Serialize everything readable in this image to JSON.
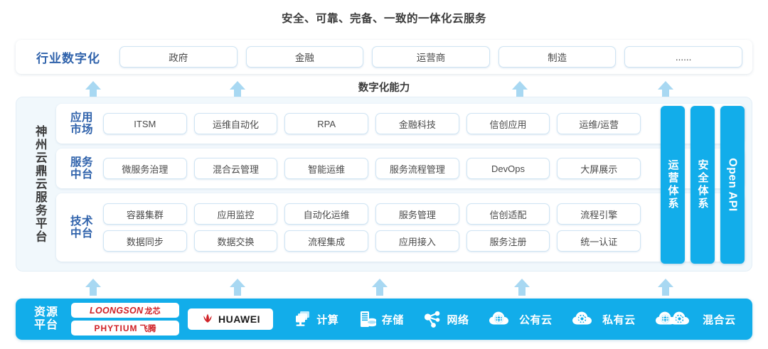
{
  "title": "安全、可靠、完备、一致的一体化云服务",
  "colors": {
    "brand_blue": "#12adea",
    "label_blue": "#2f62ab",
    "panel_tint": "#f1f8fc",
    "chip_border": "#cfe4f3",
    "arrow_blue": "#a8d8f2",
    "logo_red": "#cf1f24"
  },
  "industry": {
    "label": "行业数字化",
    "items": [
      "政府",
      "金融",
      "运营商",
      "制造",
      "......"
    ]
  },
  "capability_caption": "数字化能力",
  "platform": {
    "side_label": "神州云鼎云服务平台",
    "layers": [
      {
        "label": "应用\n市场",
        "label_l1": "应用",
        "label_l2": "市场",
        "rows": [
          [
            "ITSM",
            "运维自动化",
            "RPA",
            "金融科技",
            "信创应用",
            "运维/运营"
          ]
        ]
      },
      {
        "label": "服务\n中台",
        "label_l1": "服务",
        "label_l2": "中台",
        "rows": [
          [
            "微服务治理",
            "混合云管理",
            "智能运维",
            "服务流程管理",
            "DevOps",
            "大屏展示"
          ]
        ]
      },
      {
        "label": "技术\n中台",
        "label_l1": "技术",
        "label_l2": "中台",
        "rows": [
          [
            "容器集群",
            "应用监控",
            "自动化运维",
            "服务管理",
            "信创适配",
            "流程引擎"
          ],
          [
            "数据同步",
            "数据交换",
            "流程集成",
            "应用接入",
            "服务注册",
            "统一认证"
          ]
        ]
      }
    ],
    "vertical_tabs": [
      {
        "text": "运营体系",
        "orientation": "cn"
      },
      {
        "text": "安全体系",
        "orientation": "cn"
      },
      {
        "text": "Open API",
        "orientation": "en"
      }
    ]
  },
  "resource": {
    "label_l1": "资源",
    "label_l2": "平台",
    "vendor_logos": [
      {
        "name": "loongson",
        "main": "LOONGSON",
        "cn": "龙芯"
      },
      {
        "name": "phytium",
        "main": "PHYTIUM",
        "cn": "飞腾"
      },
      {
        "name": "huawei",
        "main": "HUAWEI",
        "cn": ""
      }
    ],
    "items": [
      {
        "icon": "compute-icon",
        "label": "计算"
      },
      {
        "icon": "storage-icon",
        "label": "存储"
      },
      {
        "icon": "network-icon",
        "label": "网络"
      },
      {
        "icon": "public-cloud-icon",
        "label": "公有云"
      },
      {
        "icon": "private-cloud-icon",
        "label": "私有云"
      },
      {
        "icon": "hybrid-cloud-icon",
        "label": "混合云"
      }
    ]
  },
  "arrows": {
    "upper_count": 4,
    "lower_count": 5
  }
}
